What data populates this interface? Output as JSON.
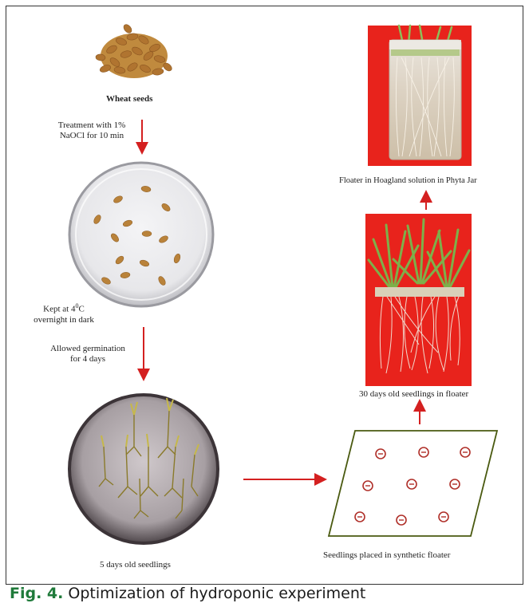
{
  "labels": {
    "wheat_seeds": "Wheat seeds",
    "treatment_line1": "Treatment with 1%",
    "treatment_line2": "NaOCl for 10 min",
    "kept_line1": "Kept at 4",
    "kept_sup": "0",
    "kept_line1_end": "C",
    "kept_line2": "overnight in dark",
    "germination_line1": "Allowed germination",
    "germination_line2": "for 4 days",
    "seedlings_5days": "5 days old seedlings",
    "synthetic_floater": "Seedlings placed in synthetic floater",
    "seedlings_30days": "30 days old seedlings in floater",
    "hoagland": "Floater in Hoagland solution in Phyta Jar"
  },
  "caption": {
    "fig": "Fig. 4.",
    "text": " Optimization of hydroponic experiment"
  },
  "colors": {
    "arrow": "#d42020",
    "floater_border": "#4a5a10",
    "photo_bg": "#e8231c",
    "caption_green": "#1f7a3a"
  }
}
